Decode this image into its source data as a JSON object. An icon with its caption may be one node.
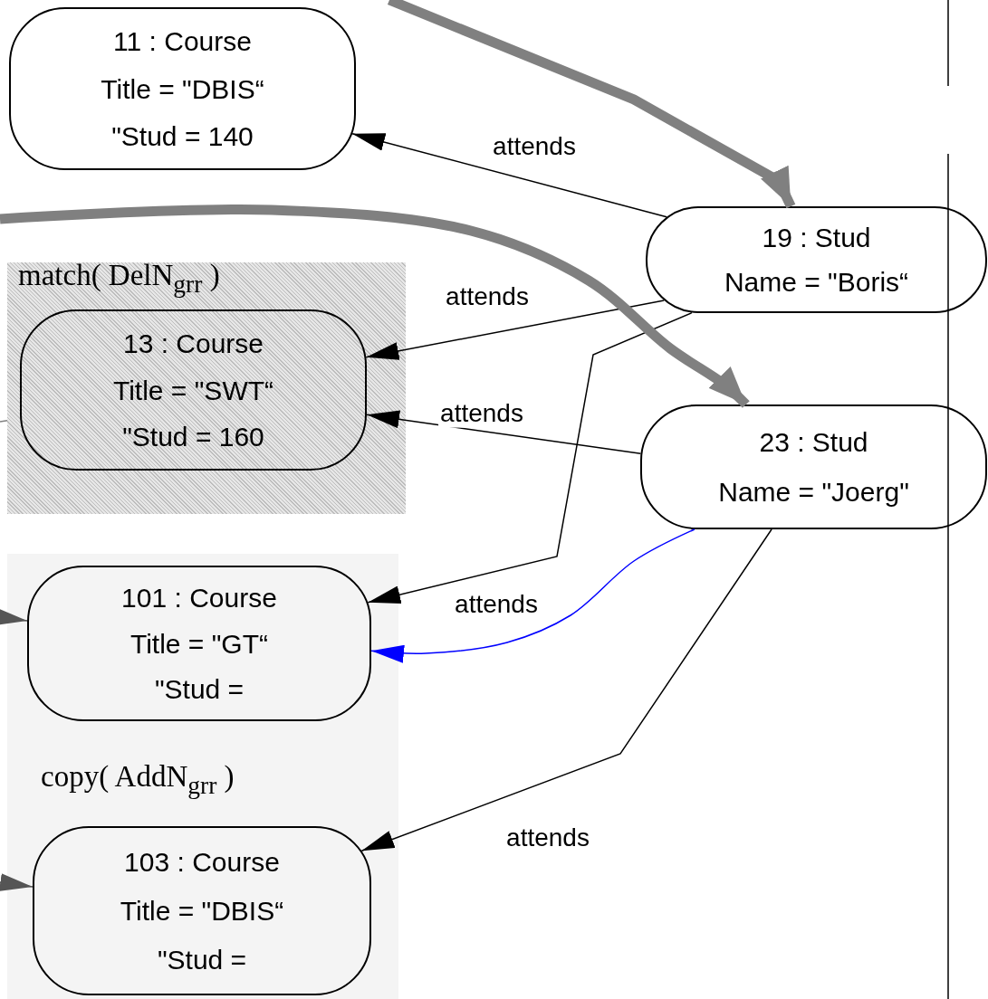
{
  "diagram": {
    "nodes": [
      {
        "text": [
          "11 : Course",
          "Title = \"DBIS“",
          "\"Stud = 140"
        ]
      },
      {
        "text": [
          "19 : Stud",
          "Name = \"Boris“"
        ]
      },
      {
        "text": [
          "match( DelN$_{grr}$ )"
        ]
      },
      {
        "text": [
          "13 : Course",
          "Title = \"SWT“",
          "\"Stud = 160"
        ],
        "in": 2
      },
      {
        "text": [
          "23 : Stud",
          "Name = \"Joerg\""
        ]
      },
      {
        "text": [
          "copy( AddN$_{grr}$ )"
        ]
      },
      {
        "text": [
          "101 : Course",
          "Title = \"GT“",
          "\"Stud ="
        ],
        "in": 5
      },
      {
        "text": [
          "103 : Course",
          "Title = \"DBIS“",
          "\"Stud ="
        ],
        "in": 5
      }
    ],
    "edges": [
      {
        "from": 1,
        "to": 0,
        "arrow": "to",
        "label": "attends"
      },
      {
        "from": 1,
        "to": 3,
        "arrow": "to",
        "label": "attends"
      },
      {
        "from": 4,
        "to": 3,
        "arrow": "to",
        "label": "attends"
      },
      {
        "from": 1,
        "to": 6,
        "arrow": "to",
        "label": "attends"
      },
      {
        "from": 4,
        "to": 7,
        "arrow": "to",
        "label": "attends"
      },
      {
        "from": null,
        "to": 1,
        "arrow": "to",
        "style": "thick",
        "color": "#808080"
      },
      {
        "from": null,
        "to": 4,
        "arrow": "to",
        "style": "thick",
        "color": "#808080"
      },
      {
        "from": null,
        "to": 2,
        "arrow": "none",
        "color": "#808080"
      },
      {
        "from": null,
        "to": 6,
        "arrow": "to",
        "color": "#555555"
      },
      {
        "from": null,
        "to": 7,
        "arrow": "to",
        "color": "#555555"
      },
      {
        "from": 4,
        "to": 6,
        "arrow": "to",
        "color": "#0000ff"
      }
    ]
  }
}
